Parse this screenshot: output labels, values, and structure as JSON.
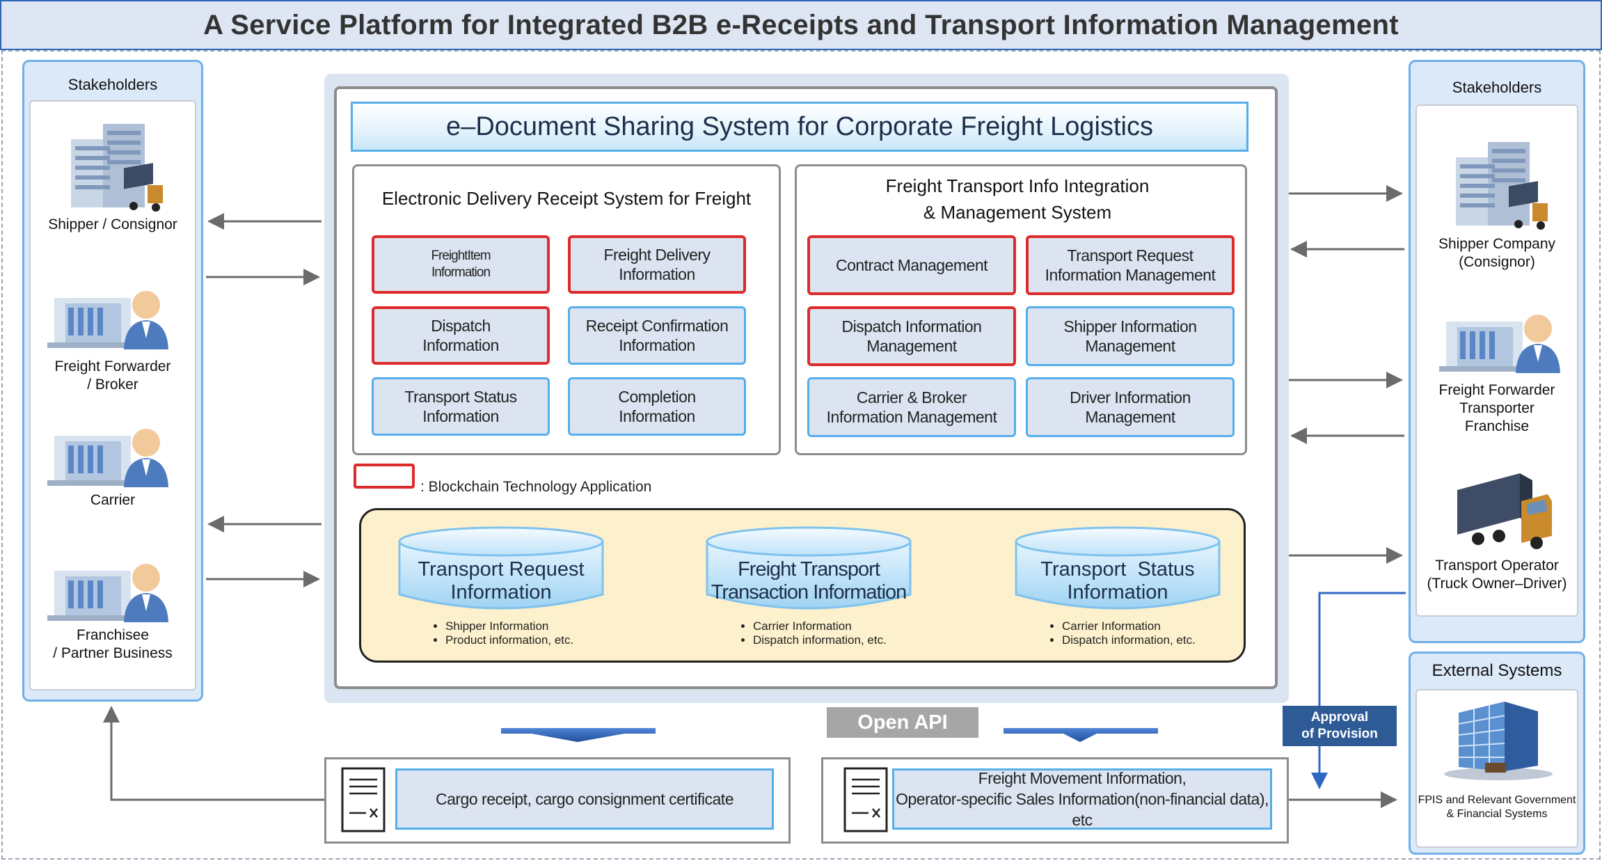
{
  "title": "A Service Platform for Integrated B2B e-Receipts and Transport Information Management",
  "left_panel": {
    "title": "Stakeholders",
    "items": [
      {
        "label": "Shipper / Consignor",
        "icon": "building-truck-icon"
      },
      {
        "label": "Freight Forwarder\n/ Broker",
        "icon": "building-person-icon"
      },
      {
        "label": "Carrier",
        "icon": "building-person-icon"
      },
      {
        "label": "Franchisee\n/ Partner Business",
        "icon": "building-person-icon"
      }
    ]
  },
  "right_panel": {
    "title": "Stakeholders",
    "items": [
      {
        "label": "Shipper Company\n(Consignor)",
        "icon": "building-truck-icon"
      },
      {
        "label": "Freight Forwarder\nTransporter\nFranchise",
        "icon": "building-person-icon"
      },
      {
        "label": "Transport Operator\n(Truck Owner–Driver)",
        "icon": "truck-icon"
      }
    ]
  },
  "external": {
    "title": "External Systems",
    "label": "FPIS and Relevant Government\n& Financial Systems",
    "icon": "office-tower-icon"
  },
  "central": {
    "title": "e–Document Sharing System for Corporate Freight Logistics",
    "receipt_system": {
      "title": "Electronic Delivery Receipt System for Freight",
      "modules": [
        {
          "label": "FreightItem\nInformation",
          "blockchain": true
        },
        {
          "label": "Freight Delivery\nInformation",
          "blockchain": true
        },
        {
          "label": "Dispatch\nInformation",
          "blockchain": true
        },
        {
          "label": "Receipt Confirmation\nInformation",
          "blockchain": false
        },
        {
          "label": "Transport Status\nInformation",
          "blockchain": false
        },
        {
          "label": "Completion\nInformation",
          "blockchain": false
        }
      ]
    },
    "transport_system": {
      "title": "Freight Transport Info Integration\n& Management System",
      "modules": [
        {
          "label": "Contract Management",
          "blockchain": true
        },
        {
          "label": "Transport Request\nInformation Management",
          "blockchain": true
        },
        {
          "label": "Dispatch Information\nManagement",
          "blockchain": true
        },
        {
          "label": "Shipper Information\nManagement",
          "blockchain": false
        },
        {
          "label": "Carrier & Broker\nInformation Management",
          "blockchain": false
        },
        {
          "label": "Driver Information\nManagement",
          "blockchain": false
        }
      ]
    },
    "legend": ": Blockchain Technology Application",
    "databases": [
      {
        "title": "Transport Request\nInformation",
        "bullets": [
          "Shipper Information",
          "Product information, etc."
        ]
      },
      {
        "title": "Freight Transport\nTransaction Information",
        "bullets": [
          "Carrier Information",
          "Dispatch information, etc."
        ]
      },
      {
        "title": "Transport  Status\nInformation",
        "bullets": [
          "Carrier Information",
          "Dispatch information, etc."
        ]
      }
    ]
  },
  "open_api": "Open API",
  "outputs": [
    {
      "label": "Cargo receipt, cargo consignment  certificate",
      "icon": "document-icon"
    },
    {
      "label": "Freight Movement Information,\nOperator-specific Sales Information(non-financial  data), etc",
      "icon": "document-icon"
    }
  ],
  "approval": "Approval\nof Provision",
  "colors": {
    "accent_blue": "#55aee9",
    "blockchain_red": "#dd2b2b",
    "module_fill": "#dce4f2",
    "db_area_fill": "#fdf0cc",
    "arrow_blue": "#2f68c3"
  }
}
